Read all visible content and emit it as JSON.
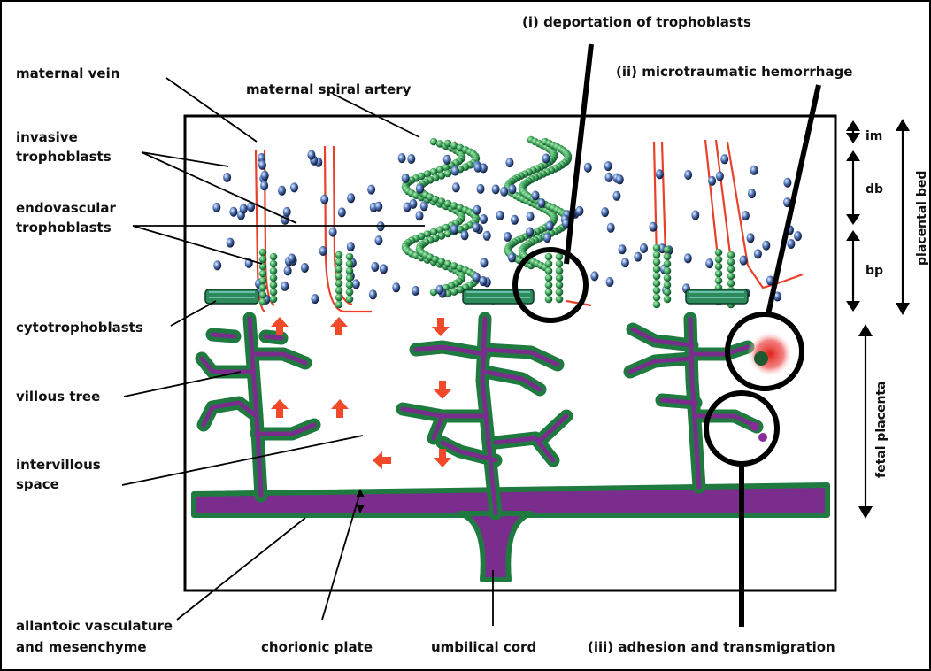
{
  "labels": {
    "maternal_vein": "maternal vein",
    "maternal_spiral_artery": "maternal spiral artery",
    "invasive_line1": "invasive",
    "invasive_line2": "trophoblasts",
    "endovascular_line1": "endovascular",
    "endovascular_line2": "trophoblasts",
    "cytotrophoblasts": "cytotrophoblasts",
    "villous_tree": "villous tree",
    "intervillous_line1": "intervillous",
    "intervillous_line2": "space",
    "allantoic_line1": "allantoic vasculature",
    "allantoic_line2": "and mesenchyme",
    "chorionic_plate": "chorionic plate",
    "umbilical_cord": "umbilical cord",
    "deportation": "(i) deportation of trophoblasts",
    "hemorrhage": "(ii) microtraumatic hemorrhage",
    "adhesion": "(iii) adhesion and transmigration",
    "im": "im",
    "db": "db",
    "bp": "bp",
    "placental_bed": "placental bed",
    "fetal_placenta": "fetal placenta"
  },
  "colors": {
    "villous_purple": "#7b2d8e",
    "villous_green": "#1e7a3e",
    "trophoblast_green": "#3aa35a",
    "vessel_red": "#e8402a",
    "arrow_red": "#f04a2a",
    "cell_dark": "#1b2a52",
    "hemorrhage": "#e0201a"
  }
}
